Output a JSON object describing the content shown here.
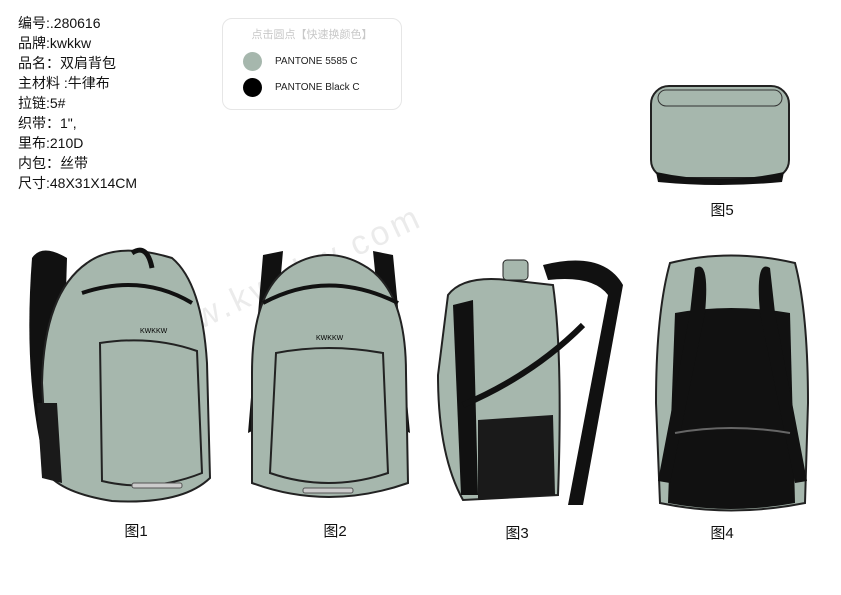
{
  "specs": [
    "编号:.280616",
    "品牌:kwkkw",
    "品名：双肩背包",
    "主材料 :牛律布",
    "拉链:5#",
    "织带：1\",",
    "里布:210D",
    "内包：丝带",
    "尺寸:48X31X14CM"
  ],
  "color_picker": {
    "hint": "点击圆点【快速换颜色】",
    "options": [
      {
        "name": "PANTONE 5585 C",
        "color": "#a6b7ad"
      },
      {
        "name": "PANTONE Black C",
        "color": "#000000"
      }
    ]
  },
  "brand_logo": "KWKKW",
  "figures": [
    "图1",
    "图2",
    "图3",
    "图4",
    "图5"
  ],
  "watermark": "www.kwkkw.com"
}
